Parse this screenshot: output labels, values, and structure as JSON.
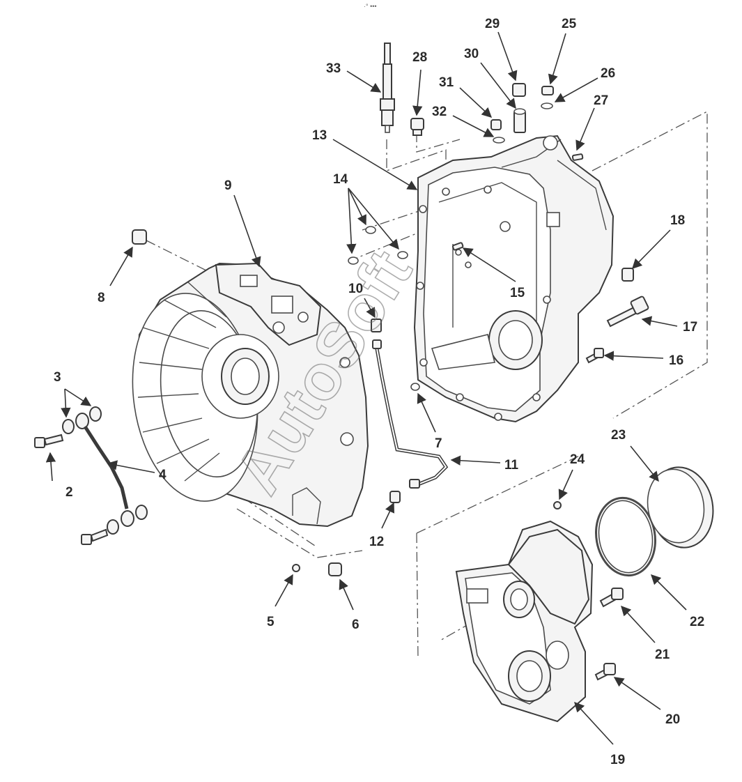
{
  "watermark": "AutoSoft",
  "header_mark": "·° •••",
  "colors": {
    "line": "#3a3a3a",
    "label": "#2a2a2a",
    "fill": "#f4f4f4",
    "background": "#ffffff"
  },
  "callouts": {
    "c1": "2",
    "c2": "3",
    "c3": "4",
    "c4": "5",
    "c5": "6",
    "c6": "7",
    "c7": "8",
    "c8": "9",
    "c9": "10",
    "c10": "11",
    "c11": "12",
    "c12": "13",
    "c13": "14",
    "c14": "15",
    "c15": "16",
    "c16": "17",
    "c17": "18",
    "c18": "19",
    "c19": "20",
    "c20": "21",
    "c21": "22",
    "c22": "23",
    "c23": "24",
    "c24": "25",
    "c25": "26",
    "c26": "27",
    "c27": "28",
    "c28": "29",
    "c29": "30",
    "c30": "31",
    "c31": "32",
    "c32": "33"
  }
}
